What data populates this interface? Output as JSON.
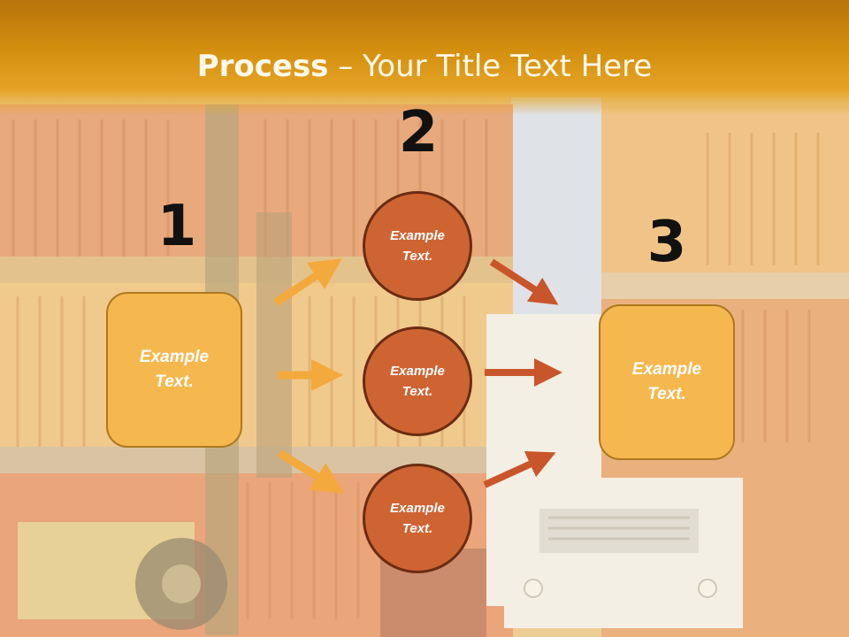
{
  "title": {
    "bold": "Process",
    "rest": " – Your Title Text Here"
  },
  "steps": [
    {
      "number": "1"
    },
    {
      "number": "2"
    },
    {
      "number": "3"
    }
  ],
  "left_box": {
    "text": "Example\nText."
  },
  "circles": [
    {
      "text": "Example\nText."
    },
    {
      "text": "Example\nText."
    },
    {
      "text": "Example\nText."
    }
  ],
  "right_box": {
    "text": "Example\nText."
  },
  "colors": {
    "title_band": "#d4900f",
    "box_fill": "#f5b84f",
    "circle_fill": "#cf6433",
    "left_arrows": "#f4a93c",
    "right_arrows": "#c9562a"
  }
}
